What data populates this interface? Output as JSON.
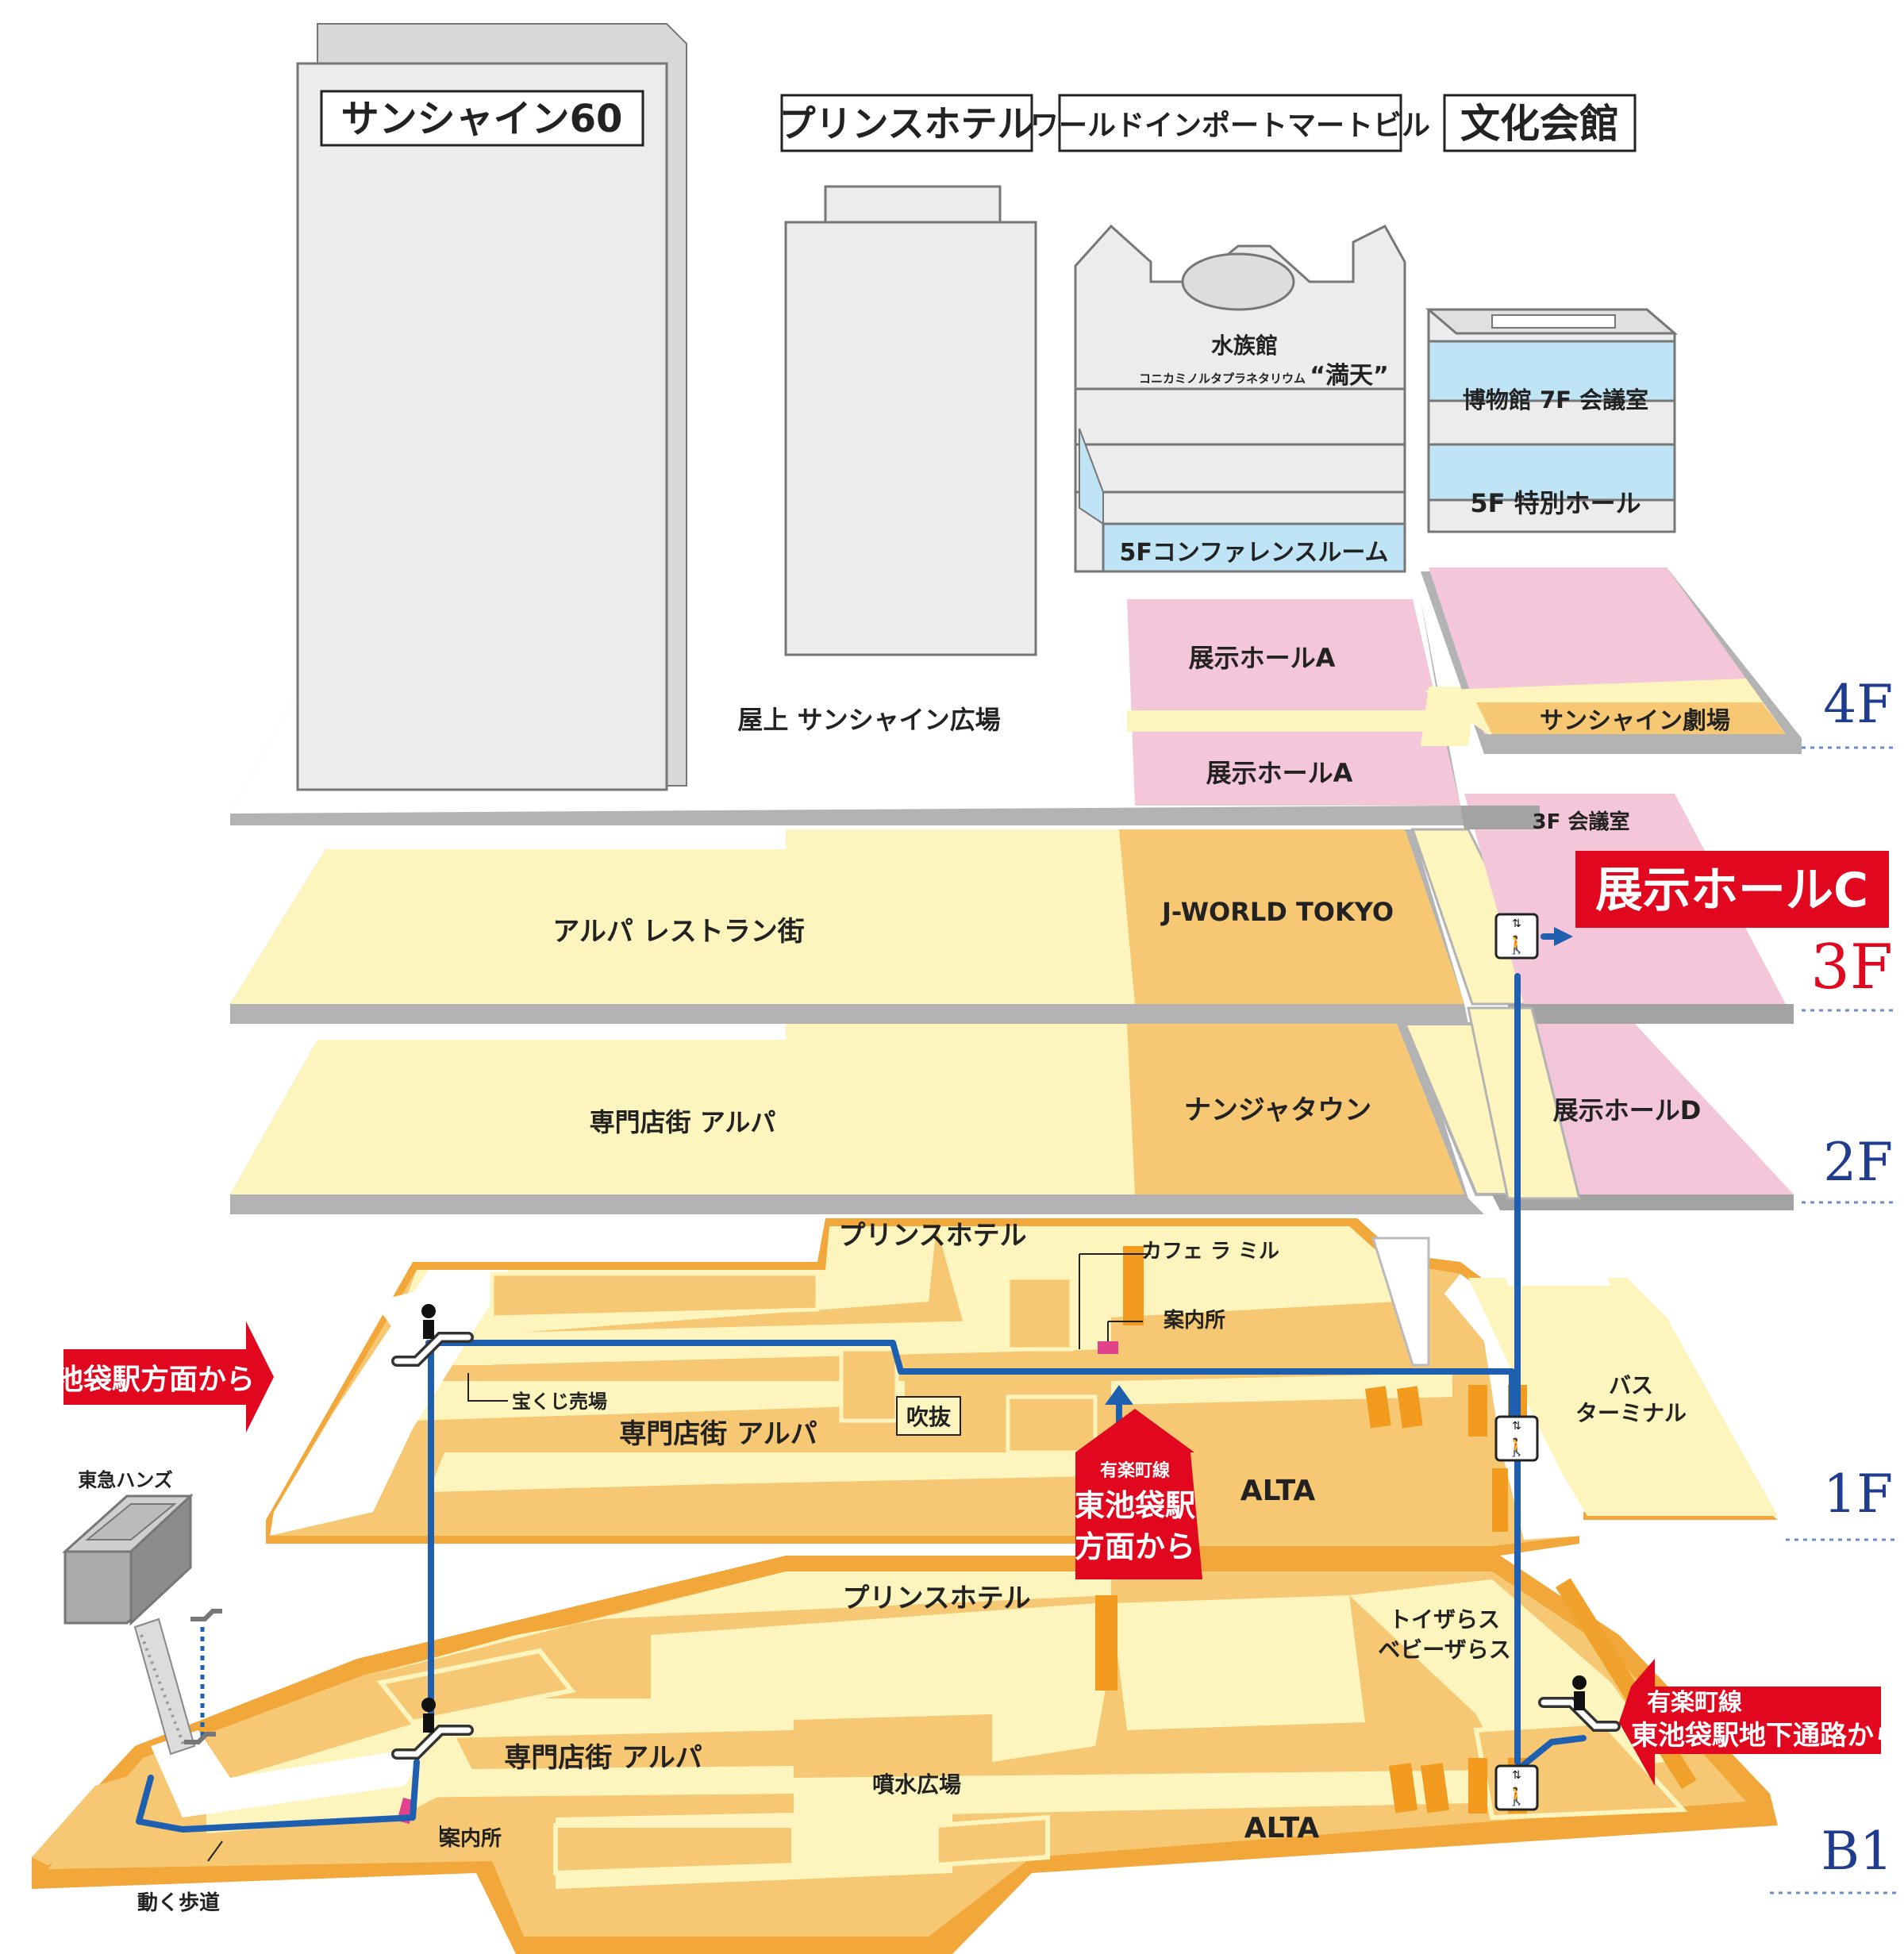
{
  "colors": {
    "floor_light": "#fdf5bd",
    "floor_orange": "#f7c873",
    "floor_dark_orange": "#f2a73a",
    "hall_pink": "#f3c6da",
    "building_gray": "#ececec",
    "building_blue": "#bfe4f6",
    "route_blue": "#1f5fb0",
    "arrow_red": "#e0071f",
    "floor_label_blue": "#1f3c8f"
  },
  "buildings": {
    "sunshine60": "サンシャイン60",
    "prince_hotel": "プリンスホテル",
    "world_import_mart": "ワールドインポートマートビル",
    "bunka_kaikan": "文化会館"
  },
  "wim_building": {
    "aquarium": "水族館",
    "planetarium_prefix": "コニカミノルタプラネタリウム",
    "planetarium_name": "“満天”",
    "conference_room": "5Fコンファレンスルーム"
  },
  "bunka_building": {
    "museum": "博物館 7F 会議室",
    "special_hall": "5F 特別ホール"
  },
  "floor_labels": [
    "4F",
    "3F",
    "2F",
    "1F",
    "B1"
  ],
  "floor_4f": {
    "rooftop_plaza": "屋上 サンシャイン広場",
    "hall_a_top": "展示ホールA",
    "hall_a_bottom": "展示ホールA",
    "theatre": "サンシャイン劇場"
  },
  "floor_3f": {
    "restaurants": "アルパ レストラン街",
    "jworld": "J-WORLD TOKYO",
    "meeting_room": "3F 会議室",
    "hall_c": "展示ホールC"
  },
  "floor_2f": {
    "alpa": "専門店街 アルパ",
    "namja": "ナンジャタウン",
    "hall_d": "展示ホールD"
  },
  "floor_1f": {
    "prince_hotel": "プリンスホテル",
    "cafe": "カフェ ラ ミル",
    "info": "案内所",
    "lottery": "宝くじ売場",
    "alpa": "専門店街 アルパ",
    "atrium": "吹抜",
    "alta": "ALTA",
    "bus_terminal": [
      "バス",
      "ターミナル"
    ]
  },
  "floor_b1": {
    "prince_hotel": "プリンスホテル",
    "toysrus": [
      "トイザらス",
      "ベビーザらス"
    ],
    "alpa": "専門店街 アルパ",
    "fountain": "噴水広場",
    "info": "案内所",
    "alta": "ALTA",
    "moving_walkway": "動く歩道",
    "tokyu_hands": "東急ハンズ"
  },
  "arrows": {
    "ikebukuro": "池袋駅方面から",
    "yurakucho_line": "有楽町線",
    "higashi_ikebukuro": "東池袋駅",
    "houmen_kara": "方面から",
    "b1_line1": "有楽町線",
    "b1_line2": "東池袋駅地下通路から"
  }
}
